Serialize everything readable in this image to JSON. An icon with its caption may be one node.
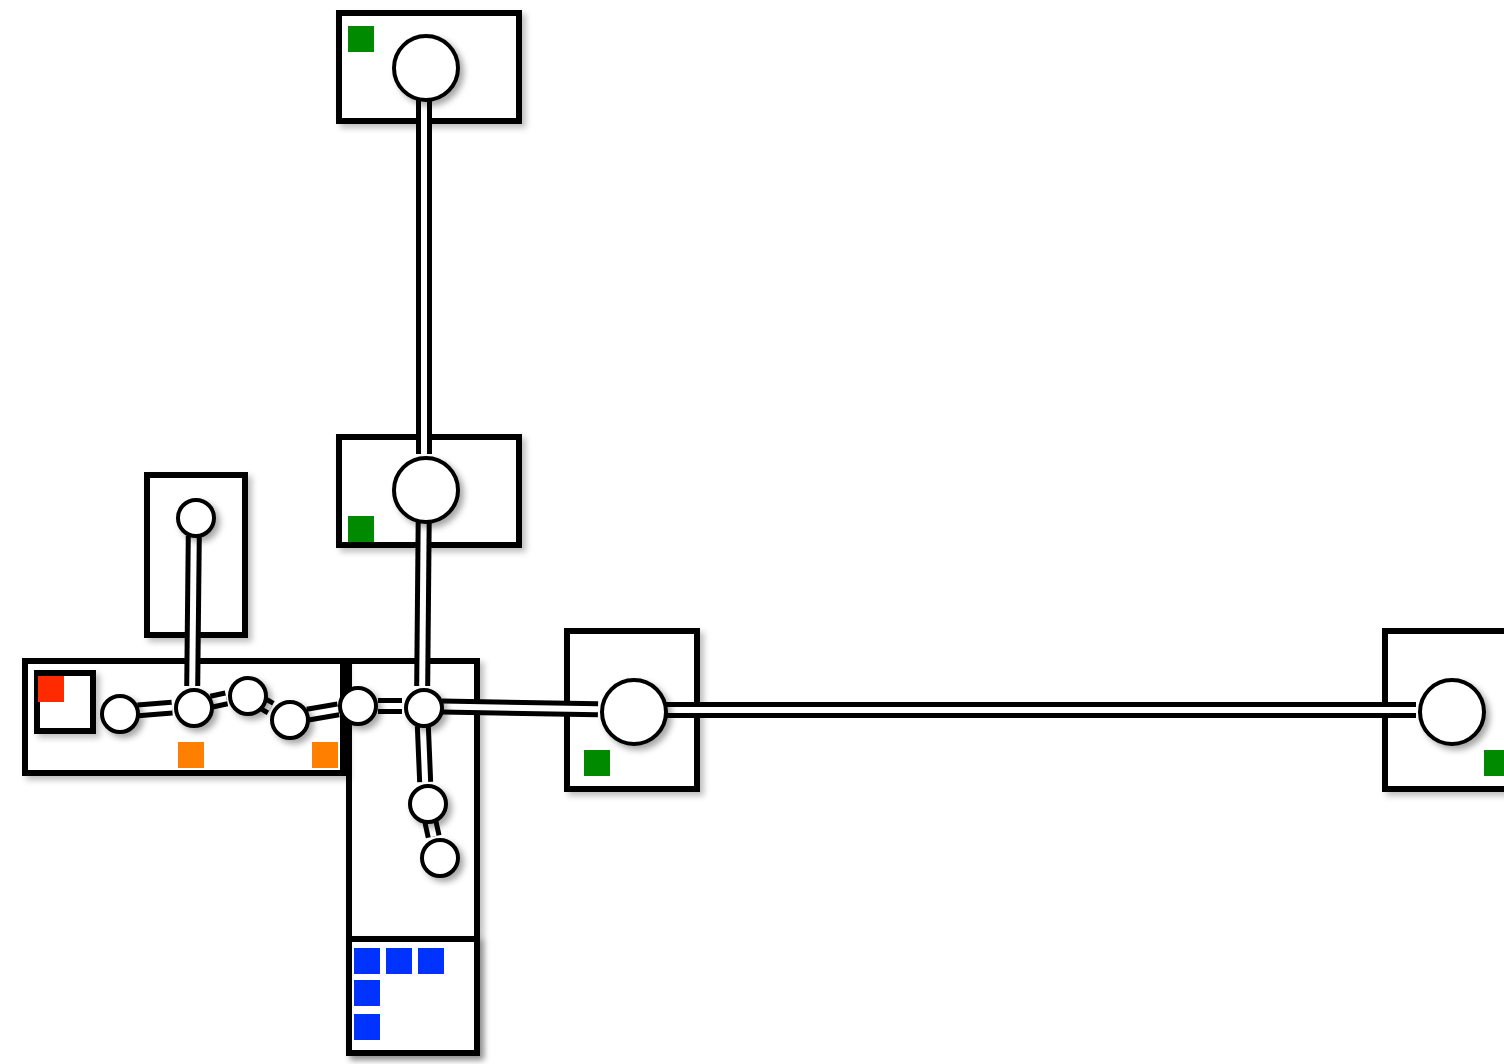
{
  "diagram": {
    "nodes": [
      {
        "text": [],
        "shape": "box"
      },
      {
        "text": [],
        "shape": "circle",
        "in": 0
      },
      {
        "text": [],
        "shape": "box"
      },
      {
        "text": [],
        "shape": "circle",
        "in": 2
      },
      {
        "text": [],
        "shape": "box"
      },
      {
        "text": [],
        "shape": "circle",
        "in": 4
      },
      {
        "text": [],
        "shape": "box"
      },
      {
        "text": [],
        "shape": "circle",
        "in": 6
      },
      {
        "text": [],
        "shape": "box"
      },
      {
        "text": [],
        "shape": "circle",
        "in": 8
      },
      {
        "text": [],
        "shape": "box"
      },
      {
        "text": [],
        "shape": "box",
        "in": 10
      },
      {
        "text": [],
        "shape": "circle",
        "in": 10
      },
      {
        "text": [],
        "shape": "circle",
        "in": 10
      },
      {
        "text": [],
        "shape": "circle",
        "in": 10
      },
      {
        "text": [],
        "shape": "circle",
        "in": 10
      },
      {
        "text": [],
        "shape": "box"
      },
      {
        "text": [],
        "shape": "circle"
      },
      {
        "text": [],
        "shape": "circle",
        "in": 16
      },
      {
        "text": [],
        "shape": "circle",
        "in": 16
      },
      {
        "text": [],
        "shape": "circle",
        "in": 16
      },
      {
        "text": [],
        "shape": "box",
        "in": 16
      }
    ],
    "edges": [
      {
        "from": 1,
        "to": 3,
        "arrow": "none"
      },
      {
        "from": 3,
        "to": 18,
        "arrow": "none"
      },
      {
        "from": 5,
        "to": 13,
        "arrow": "none"
      },
      {
        "from": 12,
        "to": 13,
        "arrow": "none"
      },
      {
        "from": 13,
        "to": 14,
        "arrow": "none"
      },
      {
        "from": 14,
        "to": 15,
        "arrow": "none"
      },
      {
        "from": 15,
        "to": 17,
        "arrow": "none"
      },
      {
        "from": 17,
        "to": 18,
        "arrow": "none"
      },
      {
        "from": 18,
        "to": 7,
        "arrow": "none"
      },
      {
        "from": 7,
        "to": 9,
        "arrow": "none"
      },
      {
        "from": 18,
        "to": 19,
        "arrow": "none"
      },
      {
        "from": 19,
        "to": 20,
        "arrow": "none"
      }
    ]
  }
}
